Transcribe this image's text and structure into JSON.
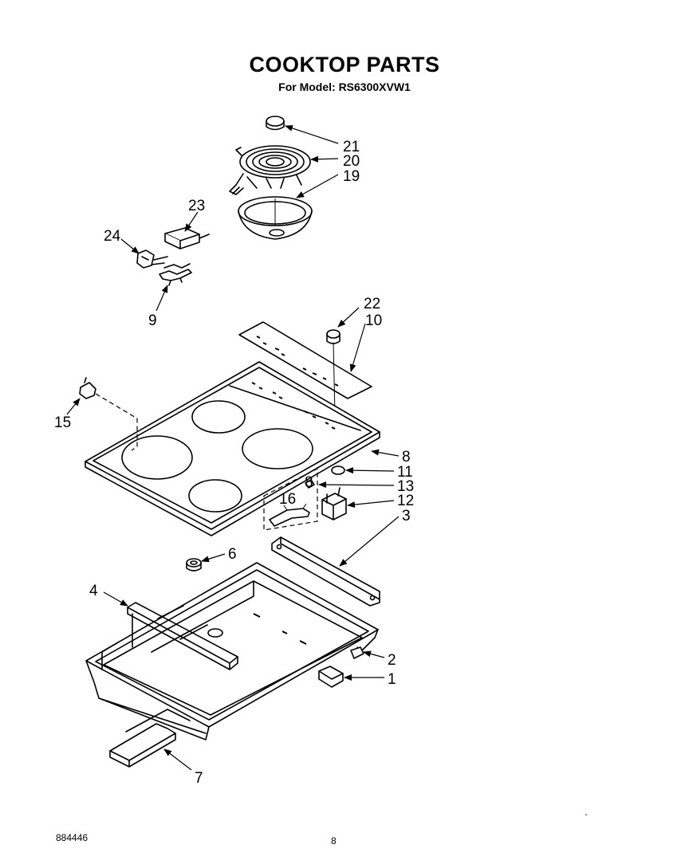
{
  "header": {
    "title": "COOKTOP PARTS",
    "subtitle": "For Model: RS6300XVW1"
  },
  "footer": {
    "doc_number": "884446",
    "page_number": "8"
  },
  "callouts": {
    "c21": "21",
    "c20": "20",
    "c19": "19",
    "c23": "23",
    "c24": "24",
    "c9": "9",
    "c22": "22",
    "c10": "10",
    "c15": "15",
    "c8a": "8",
    "c11": "11",
    "c8b": "8",
    "c13": "13",
    "c16": "16",
    "c12": "12",
    "c3": "3",
    "c6": "6",
    "c4": "4",
    "c2": "2",
    "c1": "1",
    "c7": "7"
  }
}
